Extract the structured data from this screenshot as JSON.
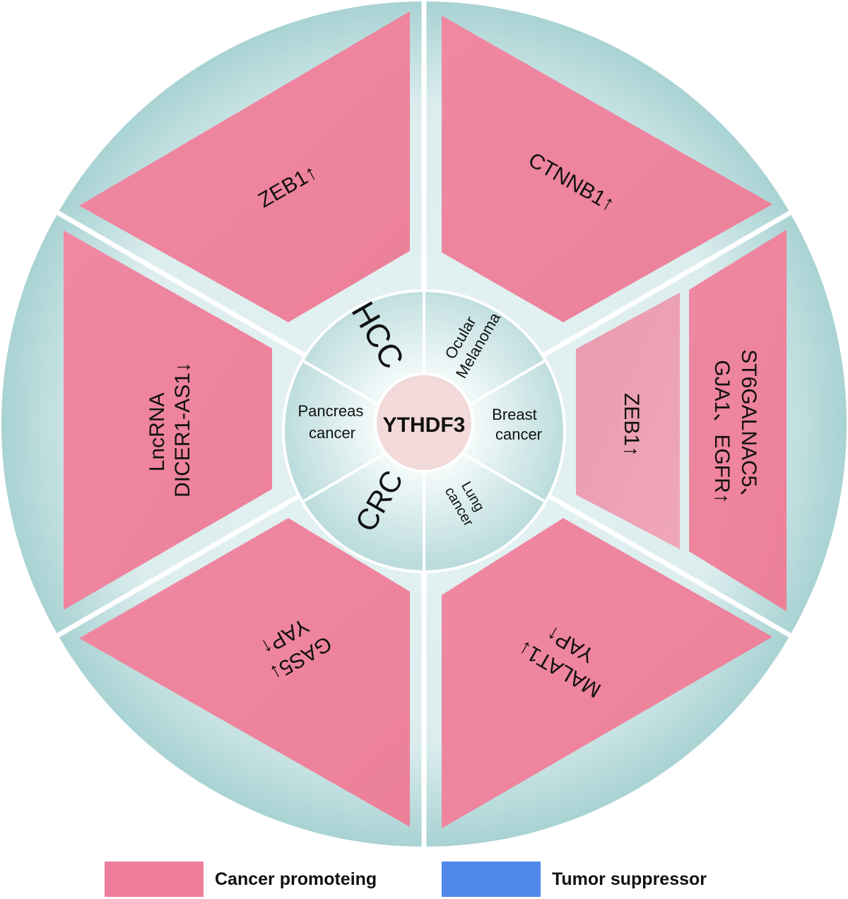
{
  "center": {
    "label": "YTHDF3"
  },
  "cancers": {
    "hcc": "HCC",
    "ocular": [
      "Ocular",
      "Melanoma"
    ],
    "breast": [
      "Breast",
      "cancer"
    ],
    "lung": [
      "Lung",
      "cancer"
    ],
    "crc": "CRC",
    "pancreas": [
      "Pancreas",
      "cancer"
    ]
  },
  "targets": {
    "hcc": "ZEB1↑",
    "ocular": "CTNNB1↑",
    "breast_inner": "ZEB1↑",
    "breast_outer": [
      "ST6GALNAC5、",
      "GJA1、EGFR↑"
    ],
    "lung": [
      "MALAT1↓",
      "YAP↑"
    ],
    "crc": [
      "GAS5↓",
      "YAP↑"
    ],
    "pancreas": [
      "LncRNA",
      "DICER1-AS1↓"
    ]
  },
  "legend": [
    {
      "label": "Cancer promoteing",
      "color": "#ee7e9b"
    },
    {
      "label": "Tumor suppressor",
      "color": "#5189ea"
    }
  ],
  "colors": {
    "promoting": "#ee7e9b",
    "suppressor": "#5189ea",
    "ring": "#bfdfe0",
    "center": "#f2d9da"
  }
}
